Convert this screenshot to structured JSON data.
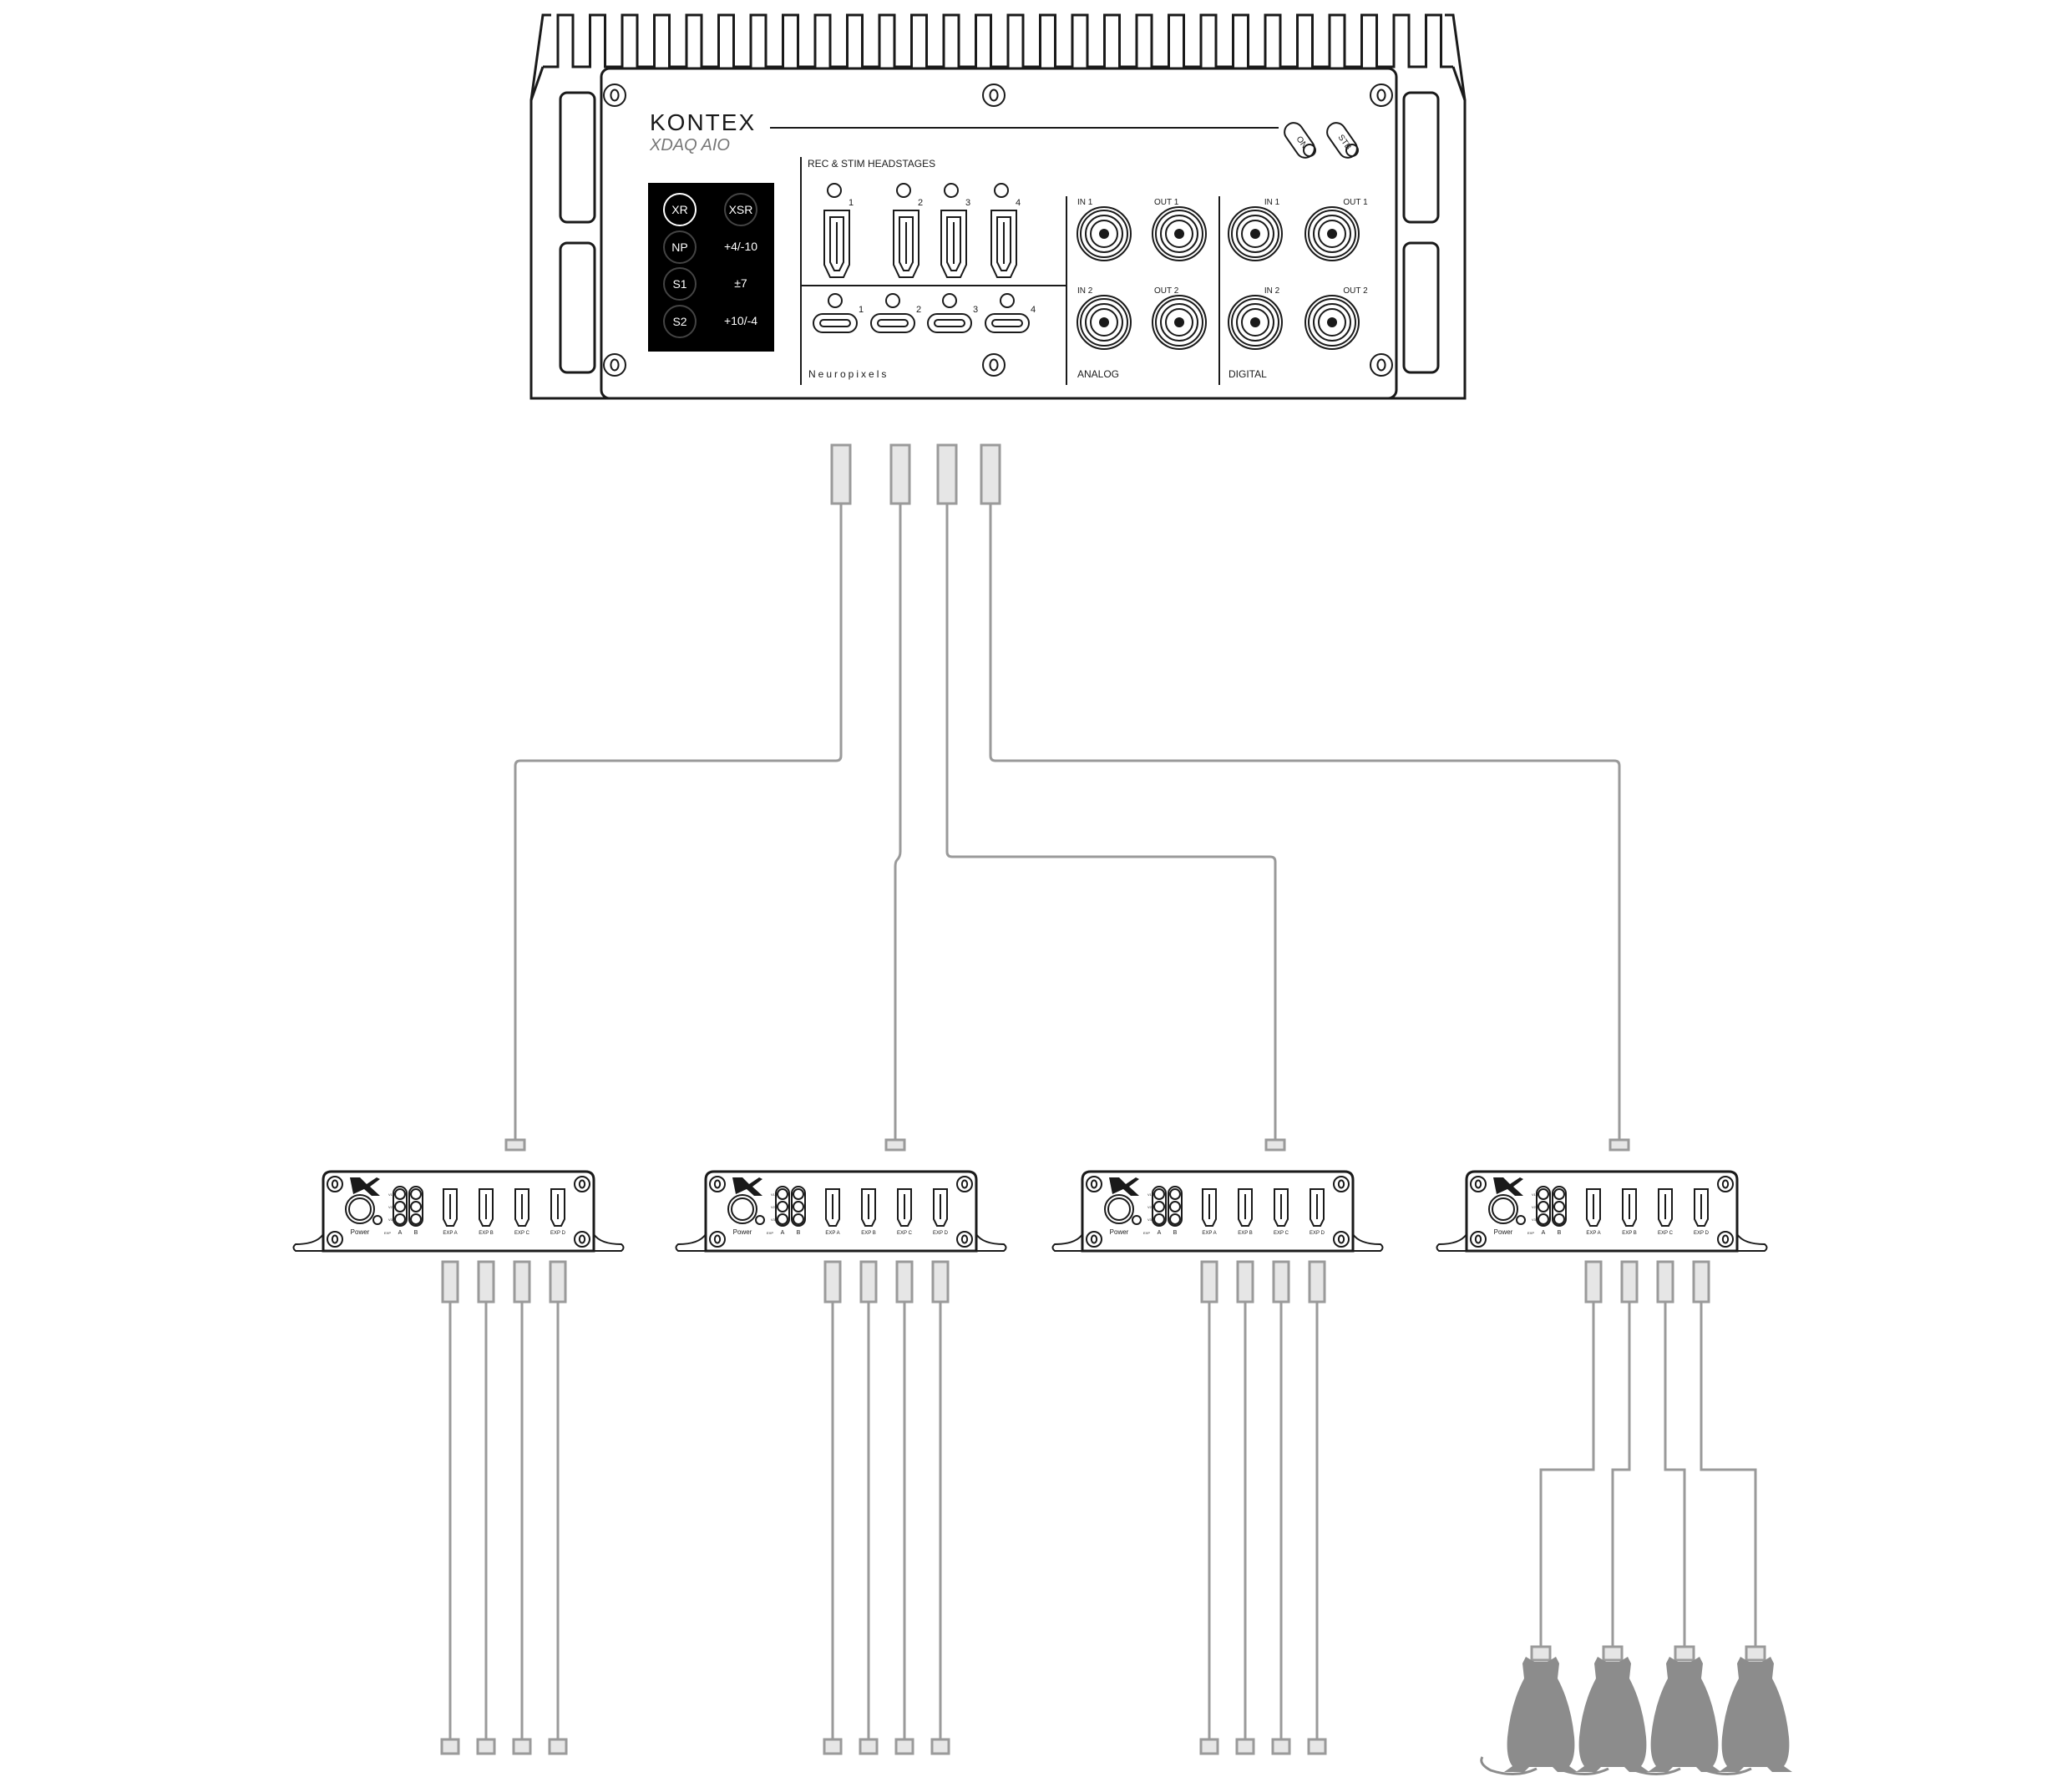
{
  "main_device": {
    "brand": "KONTEX",
    "model": "XDAQ AIO",
    "buttons": [
      "ON",
      "STB"
    ],
    "display": {
      "modes": [
        "XR",
        "XSR",
        "NP",
        "S1",
        "S2"
      ],
      "active_mode": "XR",
      "values": [
        "+4/-10",
        "±7",
        "+10/-4"
      ]
    },
    "headstage_section": {
      "title": "REC & STIM HEADSTAGES",
      "ports": [
        "1",
        "2",
        "3",
        "4"
      ]
    },
    "neuropixels_section": {
      "title": "Neuropixels",
      "ports": [
        "1",
        "2",
        "3",
        "4"
      ]
    },
    "analog_section": {
      "title": "ANALOG",
      "labels": [
        "IN 1",
        "OUT 1",
        "IN 2",
        "OUT 2"
      ]
    },
    "digital_section": {
      "title": "DIGITAL",
      "labels": [
        "IN 1",
        "OUT 1",
        "IN 2",
        "OUT 2"
      ]
    }
  },
  "expander": {
    "power_label": "Power",
    "led_rows": [
      "V1",
      "V2",
      "V3"
    ],
    "led_cols": [
      "EXP",
      "A",
      "B"
    ],
    "ports": [
      "EXP A",
      "EXP B",
      "EXP C",
      "EXP D"
    ],
    "count": 4
  },
  "colors": {
    "cable": "#9a9a9a",
    "plug": "#e6e6e6",
    "mouse": "#8c8c8c",
    "display": "#000000"
  },
  "icons": [
    "hdmi-port-icon",
    "usb-c-port-icon",
    "bnc-connector-icon",
    "screw-icon",
    "mouse-icon",
    "kontex-x-logo-icon"
  ]
}
